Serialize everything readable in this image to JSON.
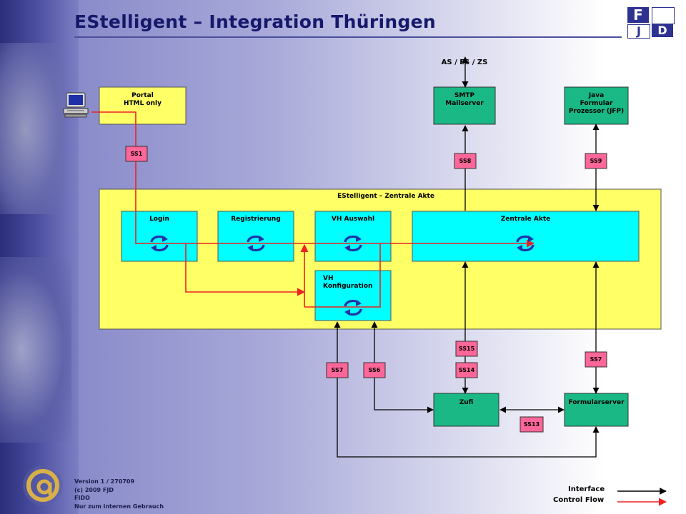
{
  "title": "EStelligent – Integration Thüringen",
  "logo": {
    "letters": [
      "F",
      "J",
      "D"
    ]
  },
  "top_systems": "AS / ES / ZS",
  "boxes": {
    "portal": "Portal\nHTML only",
    "smtp": "SMTP\nMailserver",
    "jfp": "Java\nFormular\nProzessor (JFP)",
    "zentrale_outer": "EStelligent – Zentrale Akte",
    "login": "Login",
    "registrierung": "Registrierung",
    "vh_auswahl": "VH Auswahl",
    "zentrale_akte": "Zentrale Akte",
    "vh_konfiguration": "VH\nKonfiguration",
    "zufi": "Zufi",
    "formularserver": "Formularserver"
  },
  "interfaces": {
    "ss1": "SS1",
    "ss8": "SS8",
    "ss9": "SS9",
    "ss15": "SS15",
    "ss14": "SS14",
    "ss7_left": "SS7",
    "ss6": "SS6",
    "ss7_right": "SS7",
    "ss13": "SS13"
  },
  "legend": {
    "interface": "Interface",
    "control_flow": "Control Flow"
  },
  "footer": {
    "version": "Version 1 / 270709",
    "copyright": "(c) 2009 FJD",
    "fido": "FIDO",
    "internal": "Nur zum internen Gebrauch"
  },
  "colors": {
    "title": "#16186b",
    "box_yellow": "#ffff66",
    "box_cyan": "#00ffff",
    "box_green": "#19b885",
    "box_pink": "#ff6699",
    "flow_red": "#ee2222",
    "interface_black": "#000000",
    "cycle_blue": "#2233aa"
  },
  "icons": [
    "computer-icon",
    "cycle-icon",
    "at-sign-logo"
  ]
}
